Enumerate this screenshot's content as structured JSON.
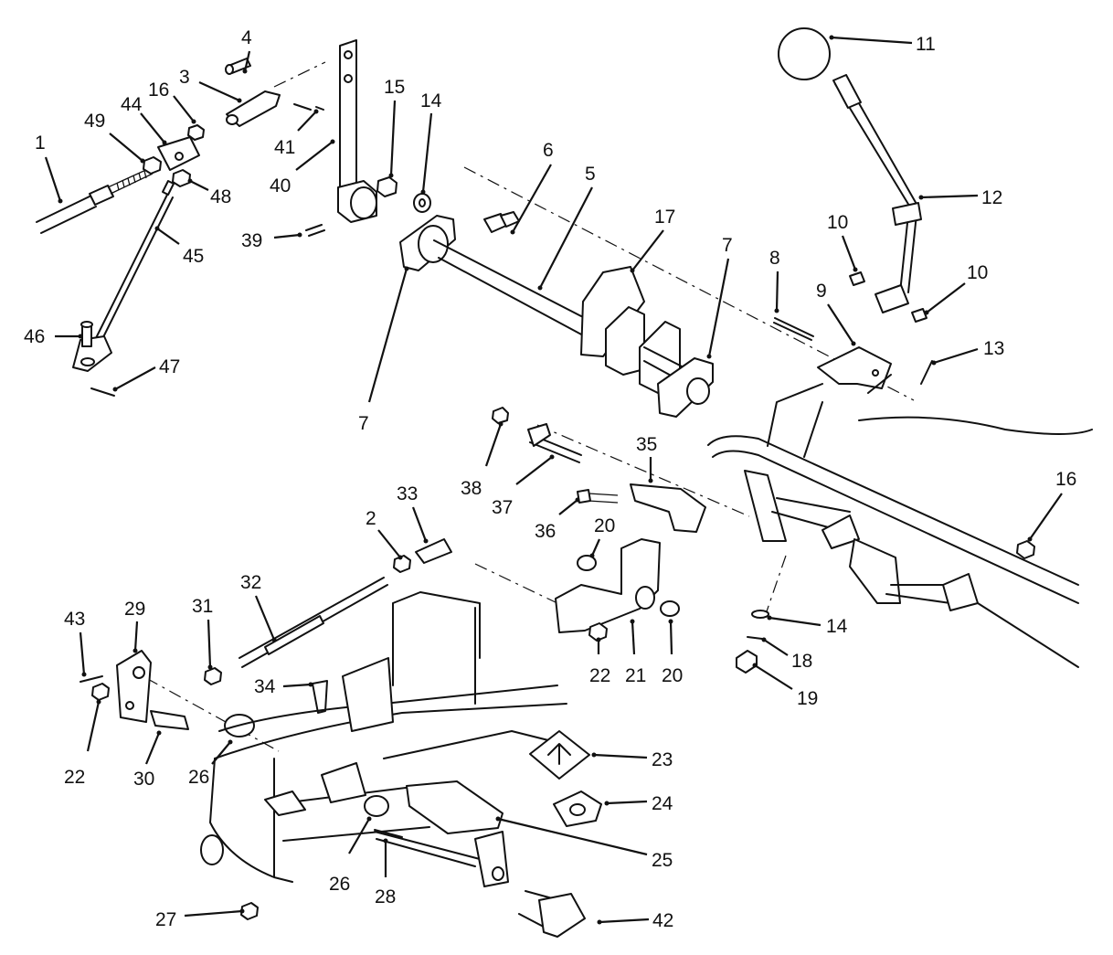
{
  "callouts": [
    {
      "id": "c1",
      "label": "1"
    },
    {
      "id": "c2",
      "label": "2"
    },
    {
      "id": "c3",
      "label": "3"
    },
    {
      "id": "c4",
      "label": "4"
    },
    {
      "id": "c5",
      "label": "5"
    },
    {
      "id": "c6",
      "label": "6"
    },
    {
      "id": "c7a",
      "label": "7"
    },
    {
      "id": "c7b",
      "label": "7"
    },
    {
      "id": "c8",
      "label": "8"
    },
    {
      "id": "c9",
      "label": "9"
    },
    {
      "id": "c10a",
      "label": "10"
    },
    {
      "id": "c10b",
      "label": "10"
    },
    {
      "id": "c11",
      "label": "11"
    },
    {
      "id": "c12",
      "label": "12"
    },
    {
      "id": "c13",
      "label": "13"
    },
    {
      "id": "c14a",
      "label": "14"
    },
    {
      "id": "c14b",
      "label": "14"
    },
    {
      "id": "c15",
      "label": "15"
    },
    {
      "id": "c16a",
      "label": "16"
    },
    {
      "id": "c16b",
      "label": "16"
    },
    {
      "id": "c17",
      "label": "17"
    },
    {
      "id": "c18",
      "label": "18"
    },
    {
      "id": "c19",
      "label": "19"
    },
    {
      "id": "c20a",
      "label": "20"
    },
    {
      "id": "c20b",
      "label": "20"
    },
    {
      "id": "c21",
      "label": "21"
    },
    {
      "id": "c22a",
      "label": "22"
    },
    {
      "id": "c22b",
      "label": "22"
    },
    {
      "id": "c23",
      "label": "23"
    },
    {
      "id": "c24",
      "label": "24"
    },
    {
      "id": "c25",
      "label": "25"
    },
    {
      "id": "c26a",
      "label": "26"
    },
    {
      "id": "c26b",
      "label": "26"
    },
    {
      "id": "c27",
      "label": "27"
    },
    {
      "id": "c28",
      "label": "28"
    },
    {
      "id": "c29",
      "label": "29"
    },
    {
      "id": "c30",
      "label": "30"
    },
    {
      "id": "c31",
      "label": "31"
    },
    {
      "id": "c32",
      "label": "32"
    },
    {
      "id": "c33",
      "label": "33"
    },
    {
      "id": "c34",
      "label": "34"
    },
    {
      "id": "c35",
      "label": "35"
    },
    {
      "id": "c36",
      "label": "36"
    },
    {
      "id": "c37",
      "label": "37"
    },
    {
      "id": "c38",
      "label": "38"
    },
    {
      "id": "c39",
      "label": "39"
    },
    {
      "id": "c40",
      "label": "40"
    },
    {
      "id": "c41",
      "label": "41"
    },
    {
      "id": "c42",
      "label": "42"
    },
    {
      "id": "c43",
      "label": "43"
    },
    {
      "id": "c44",
      "label": "44"
    },
    {
      "id": "c45",
      "label": "45"
    },
    {
      "id": "c46",
      "label": "46"
    },
    {
      "id": "c47",
      "label": "47"
    },
    {
      "id": "c48",
      "label": "48"
    },
    {
      "id": "c49",
      "label": "49"
    }
  ]
}
